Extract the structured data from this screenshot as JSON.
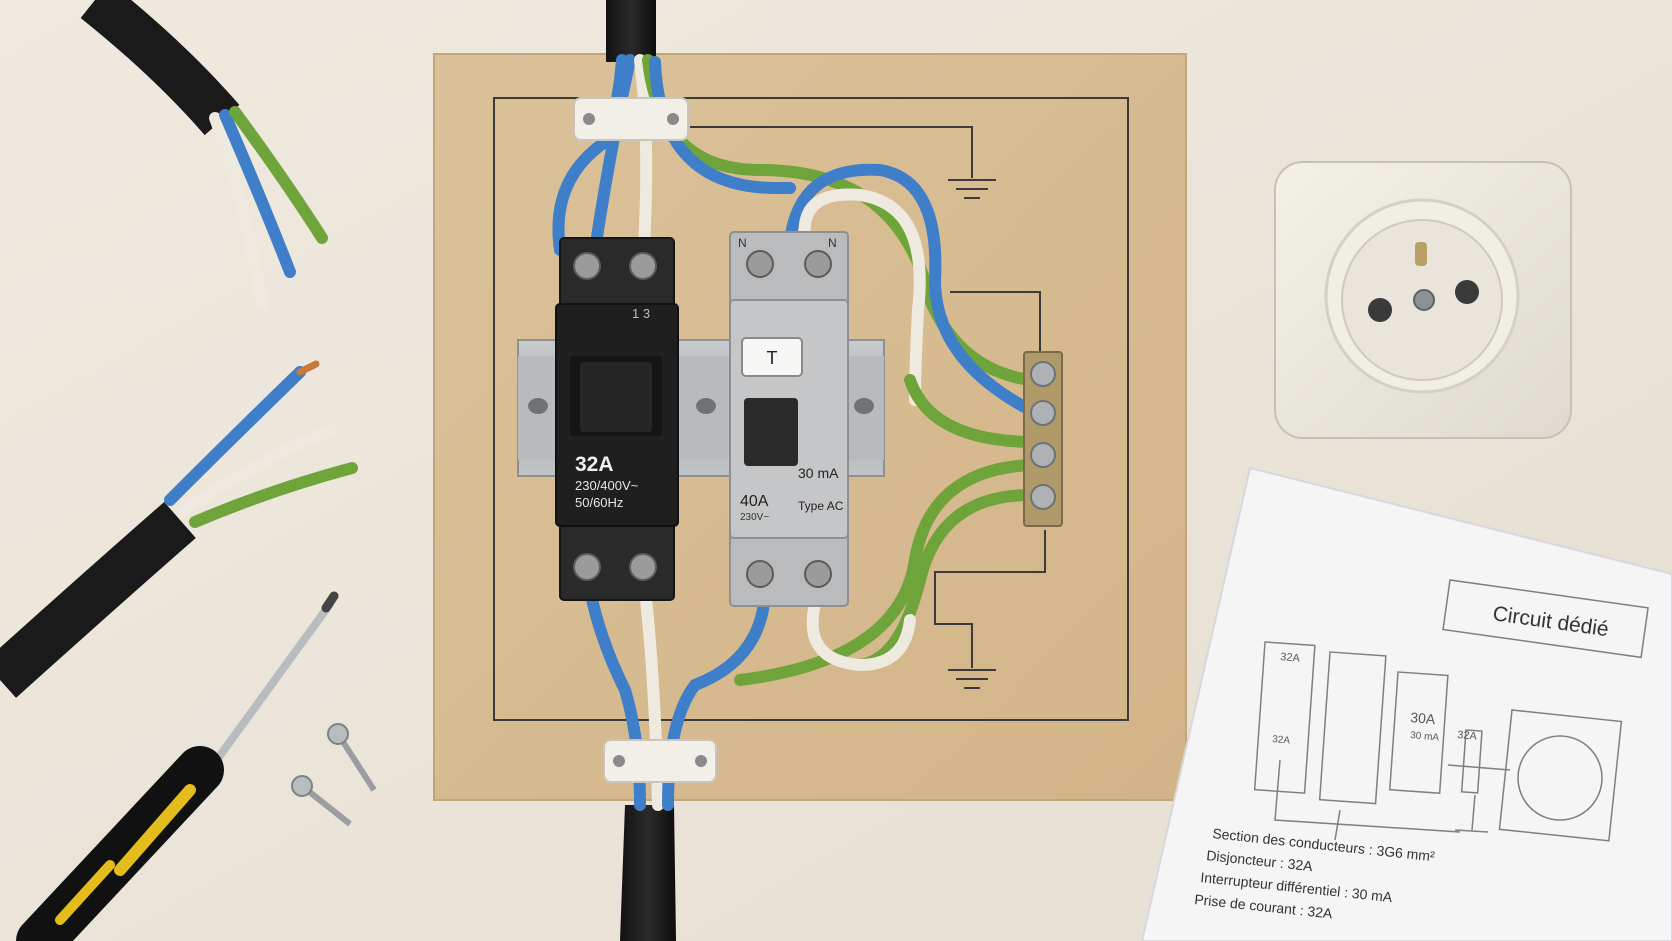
{
  "breaker": {
    "rating": "32A",
    "voltage": "230/400V~",
    "frequency": "50/60Hz",
    "terminal_marks": "1  3"
  },
  "rcd": {
    "test_button": "T",
    "sensitivity": "30 mA",
    "rating": "40A",
    "voltage": "230V~",
    "type": "Type AC",
    "terminal_left": "N",
    "terminal_right": "N"
  },
  "sheet": {
    "title": "Circuit dédié",
    "lines": [
      "Section des conducteurs : 3G6 mm²",
      "Disjoncteur : 32A",
      "Interrupteur différentiel : 30 mA",
      "Prise de courant : 32A"
    ],
    "diagram_labels": {
      "breaker": "32A",
      "rcd_rating": "30A",
      "rcd_sensitivity": "30 mA",
      "terminal": "32A",
      "breaker_small": "32A"
    }
  },
  "colors": {
    "background": "#ece6dc",
    "board": "#d9bd92",
    "blue_wire": "#3f7fc9",
    "green_wire": "#6fa43a",
    "white_wire": "#efeadf",
    "breaker_black": "#262626",
    "rcd_grey": "#b9bbbd",
    "din_rail": "#aeb2b4"
  }
}
